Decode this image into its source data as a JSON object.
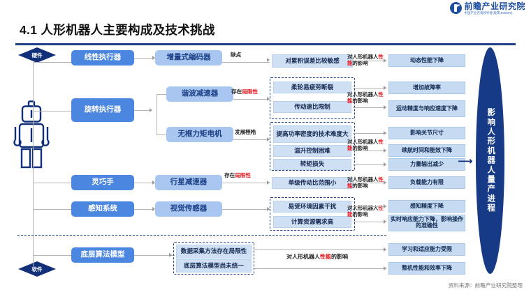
{
  "brand": {
    "name": "前瞻产业研究院",
    "subtitle": "中国产业咨询领导者(股票:835599)",
    "logo_icon": "circle-arrow-icon",
    "color": "#1f4fa0"
  },
  "page_title": "4.1 人形机器人主要构成及技术挑战",
  "tags": {
    "hardware": "硬件",
    "software": "软件"
  },
  "robot_icon": "humanoid-robot-icon",
  "colors": {
    "dark_blue_box": "#4b86e0",
    "mid_blue_box": "#a8c6f0",
    "light_blue_box": "#cfe0f5",
    "outcome_box": "#c6daf2",
    "accent_navy": "#163a86",
    "highlight_red": "#e8131a"
  },
  "col1": [
    {
      "label": "线性执行器"
    },
    {
      "label": "旋转执行器"
    },
    {
      "label": "灵巧手"
    },
    {
      "label": "感知系统"
    },
    {
      "label": "底层算法模型"
    }
  ],
  "col2": [
    {
      "label": "增量式编码器"
    },
    {
      "label": "谐波减速器"
    },
    {
      "label": "无框力矩电机"
    },
    {
      "label": "行星减速器"
    },
    {
      "label": "视觉传感器"
    }
  ],
  "edge_labels": [
    {
      "text": "缺点",
      "highlight": ""
    },
    {
      "text": "存在",
      "highlight": "局限性"
    },
    {
      "text": "发展桎梏",
      "highlight": ""
    },
    {
      "text": "存在",
      "highlight": "局限性"
    }
  ],
  "col3": [
    {
      "label": "对累积误差比较敏感"
    },
    {
      "label": "柔轮易疲劳断裂"
    },
    {
      "label": "传动速比限制"
    },
    {
      "label": "提高功率密度的技术难度大"
    },
    {
      "label": "温升控制困难"
    },
    {
      "label": "转矩损失"
    },
    {
      "label": "单级传动比范围小"
    },
    {
      "label": "易受环境因素干扰"
    },
    {
      "label": "计算资源需求高"
    },
    {
      "label": "数据采集方法存在局限性"
    },
    {
      "label": "底层算法模型尚未统一"
    }
  ],
  "influence_label": {
    "prefix": "对人形机器人",
    "highlight": "性能",
    "suffix": "的影响"
  },
  "col4": [
    {
      "label": "动态性能下降"
    },
    {
      "label": "增加故障率"
    },
    {
      "label": "运动精度与响应速度下降"
    },
    {
      "label": "影响关节尺寸"
    },
    {
      "label": "续航时间和能效下降"
    },
    {
      "label": "力量输出减少"
    },
    {
      "label": "负载能力有限"
    },
    {
      "label": "感知精度下降"
    },
    {
      "label": "实时响应能力下降，影响操作的准确性"
    },
    {
      "label": "学习和适应能力受限"
    },
    {
      "label": "整机性能和效率下降"
    }
  ],
  "conclusion": "影响人形机器人量产进程",
  "source": "资料来源：前瞻产业研究院整理"
}
